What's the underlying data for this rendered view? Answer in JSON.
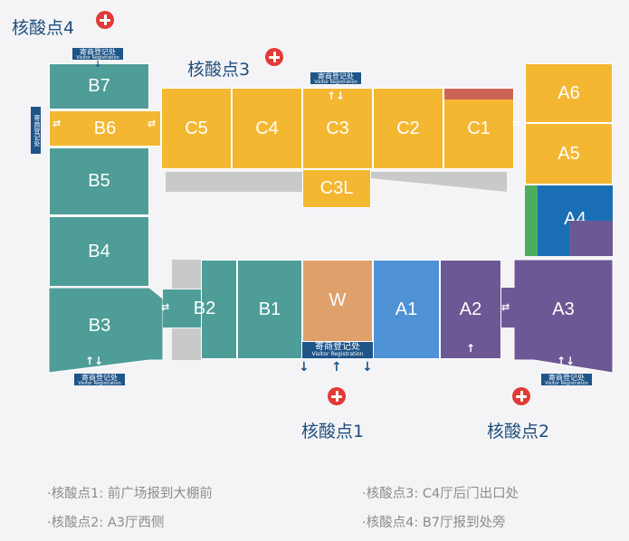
{
  "halls": {
    "B7": "B7",
    "B6": "B6",
    "B5": "B5",
    "B4": "B4",
    "B3": "B3",
    "B2": "B2",
    "B1": "B1",
    "C5": "C5",
    "C4": "C4",
    "C3": "C3",
    "C2": "C2",
    "C1": "C1",
    "C3L": "C3L",
    "A6": "A6",
    "A5": "A5",
    "A4": "A4",
    "A3": "A3",
    "A2": "A2",
    "A1": "A1",
    "W": "W"
  },
  "registration": {
    "cn": "寄商登记处",
    "en": "Visitor Registration"
  },
  "test_points": {
    "p1": "核酸点1",
    "p2": "核酸点2",
    "p3": "核酸点3",
    "p4": "核酸点4"
  },
  "legend": {
    "l1": "·核酸点1: 前广场报到大棚前",
    "l2": "·核酸点2: A3厅西侧",
    "l3": "·核酸点3: C4厅后门出口处",
    "l4": "·核酸点4: B7厅报到处旁"
  },
  "colors": {
    "teal": "#4e9d98",
    "yellow": "#f4b731",
    "orange_w": "#e0a06b",
    "blue_a1": "#4f92d6",
    "purple": "#6c5894",
    "blue_a4": "#1a6fb4",
    "green_a4": "#4bae5e",
    "red_c1": "#cc6456",
    "navy": "#1f5488",
    "test_red": "#e23a35"
  },
  "icons": [
    "plus-cross-icon",
    "arrow-icon",
    "double-arrow-icon"
  ]
}
